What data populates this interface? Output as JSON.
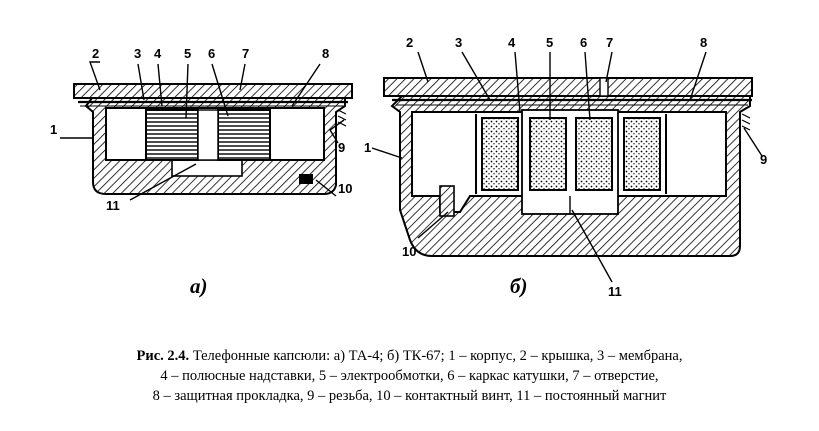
{
  "figure": {
    "panel_a": {
      "label": "а)",
      "callouts": [
        "1",
        "2",
        "3",
        "4",
        "5",
        "6",
        "7",
        "8",
        "9",
        "10",
        "11"
      ]
    },
    "panel_b": {
      "label": "б)",
      "callouts": [
        "1",
        "2",
        "3",
        "4",
        "5",
        "6",
        "7",
        "8",
        "9",
        "10",
        "11"
      ]
    }
  },
  "caption": {
    "prefix": "Рис. 2.4.",
    "line1": " Телефонные капсюли: а) ТА-4; б) ТК-67; 1 – корпус, 2 – крышка, 3 – мембрана,",
    "line2": "4 – полюсные надставки, 5 – электрообмотки, 6 – каркас катушки, 7 – отверстие,",
    "line3": "8 – защитная прокладка, 9 – резьба, 10 – контактный винт, 11 – постоянный магнит"
  }
}
